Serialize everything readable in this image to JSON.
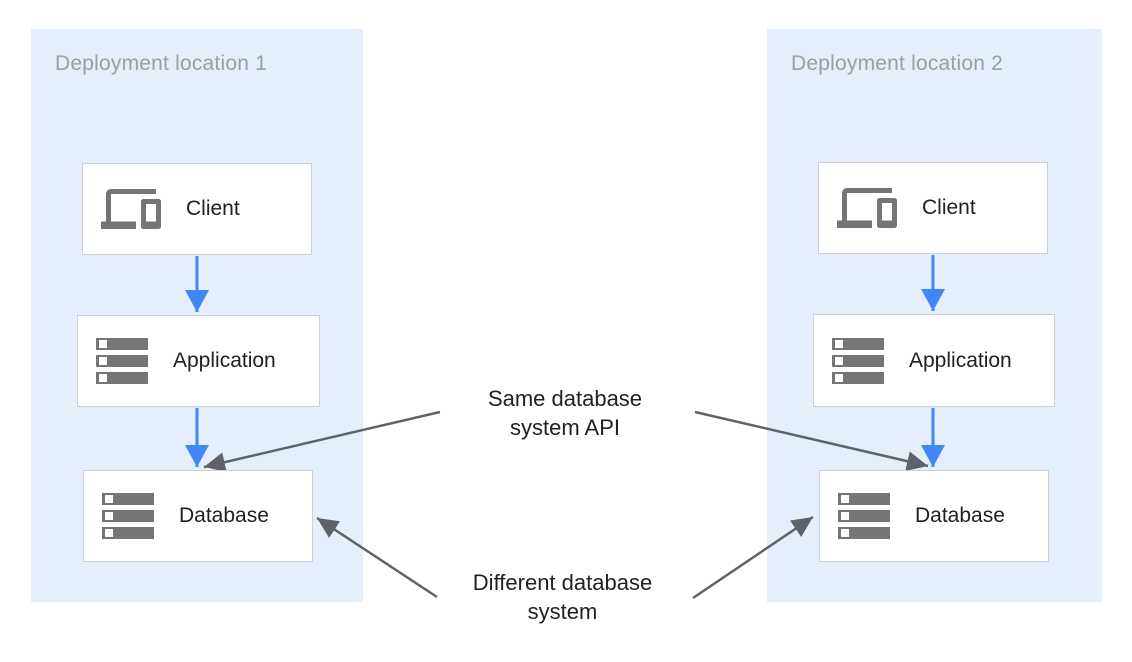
{
  "diagram": {
    "panels": [
      {
        "title": "Deployment location 1",
        "nodes": [
          {
            "label": "Client",
            "icon": "devices-icon"
          },
          {
            "label": "Application",
            "icon": "server-stack-icon"
          },
          {
            "label": "Database",
            "icon": "server-stack-icon"
          }
        ]
      },
      {
        "title": "Deployment location 2",
        "nodes": [
          {
            "label": "Client",
            "icon": "devices-icon"
          },
          {
            "label": "Application",
            "icon": "server-stack-icon"
          },
          {
            "label": "Database",
            "icon": "server-stack-icon"
          }
        ]
      }
    ],
    "flows": [
      {
        "from": "Client",
        "to": "Application",
        "panel": "Deployment location 1"
      },
      {
        "from": "Application",
        "to": "Database",
        "panel": "Deployment location 1"
      },
      {
        "from": "Client",
        "to": "Application",
        "panel": "Deployment location 2"
      },
      {
        "from": "Application",
        "to": "Database",
        "panel": "Deployment location 2"
      }
    ],
    "annotations": [
      {
        "text": "Same database system API",
        "points_to": [
          "Database in Deployment location 1",
          "Database in Deployment location 2"
        ]
      },
      {
        "text": "Different database system",
        "points_to": [
          "Database in Deployment location 1",
          "Database in Deployment location 2"
        ]
      }
    ],
    "colors": {
      "panel_background": "#E4EFFB",
      "node_background": "#FFFFFF",
      "node_border": "#D0D0D0",
      "flow_arrow_blue": "#4285F4",
      "annotation_arrow_gray": "#5F6368",
      "icon_gray": "#757575",
      "panel_title_gray": "#9E9E9E",
      "text_color": "#212121"
    }
  }
}
